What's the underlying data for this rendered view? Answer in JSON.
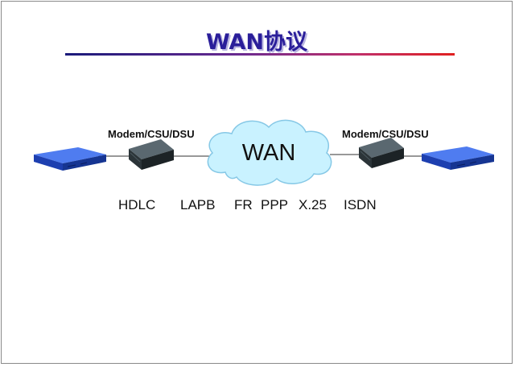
{
  "title": "WAN协议",
  "diagram": {
    "left_device_label": "Modem/CSU/DSU",
    "right_device_label": "Modem/CSU/DSU",
    "cloud_label": "WAN",
    "icons": {
      "left_router": "router-icon",
      "left_modem": "modem-icon",
      "cloud": "cloud-icon",
      "right_modem": "modem-icon",
      "right_router": "router-icon"
    },
    "colors": {
      "router": "#1f4fd0",
      "modem": "#2e3a40",
      "cloud": "#c9f2ff"
    }
  },
  "protocols": [
    "HDLC",
    "LAPB",
    "FR",
    "PPP",
    "X.25",
    "ISDN"
  ]
}
